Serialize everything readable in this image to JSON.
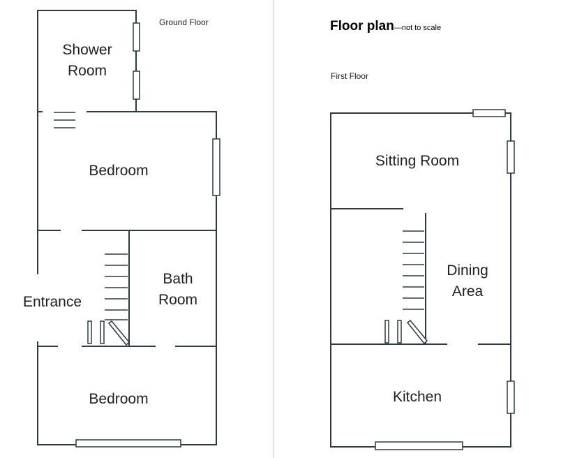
{
  "title": {
    "main": "Floor plan",
    "note": "—not to scale"
  },
  "ground_floor": {
    "label": "Ground Floor",
    "rooms": {
      "shower_room": [
        "Shower",
        "Room"
      ],
      "bedroom_top": "Bedroom",
      "entrance": "Entrance",
      "bath_room": [
        "Bath",
        "Room"
      ],
      "bedroom_bottom": "Bedroom"
    }
  },
  "first_floor": {
    "label": "First Floor",
    "rooms": {
      "sitting_room": "Sitting Room",
      "dining_area": [
        "Dining",
        "Area"
      ],
      "kitchen": "Kitchen"
    }
  },
  "colors": {
    "wall": "#2b3a45",
    "text": "#1e1e1e",
    "divider": "#e2e2e2"
  }
}
